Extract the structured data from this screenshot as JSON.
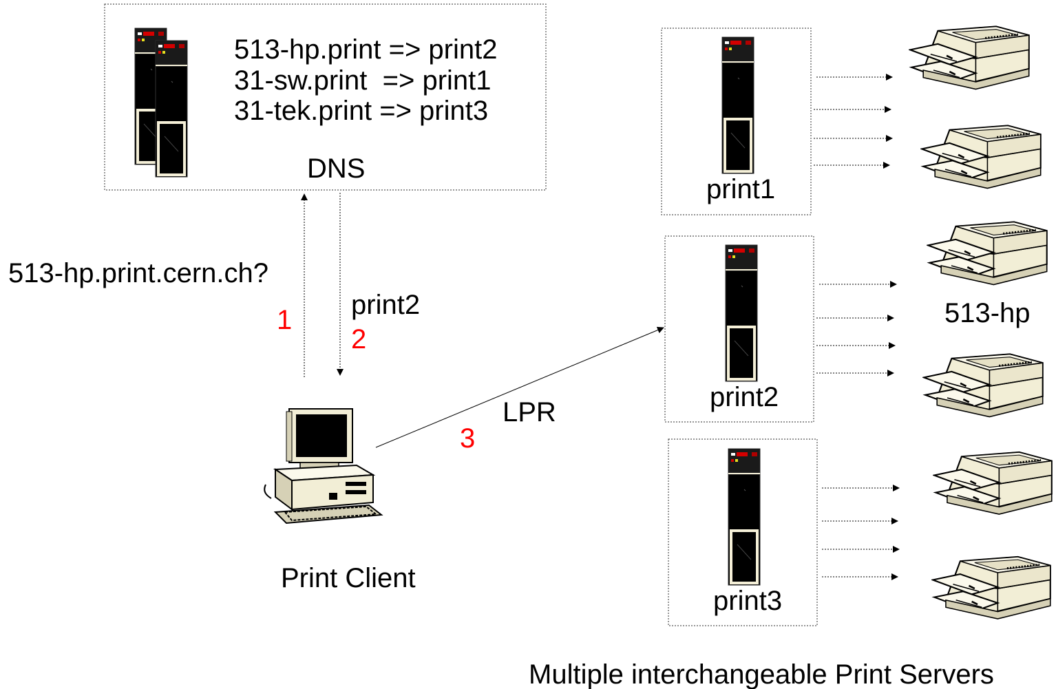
{
  "dns": {
    "mappings": [
      "513-hp.print => print2",
      "31-sw.print  => print1",
      "31-tek.print => print3"
    ],
    "label": "DNS"
  },
  "query": {
    "text": "513-hp.print.cern.ch?",
    "step": "1"
  },
  "answer": {
    "text": "print2",
    "step": "2"
  },
  "lpr": {
    "text": "LPR",
    "step": "3"
  },
  "client": {
    "label": "Print Client"
  },
  "servers": [
    {
      "label": "print1"
    },
    {
      "label": "print2"
    },
    {
      "label": "print3"
    }
  ],
  "printer_label": "513-hp",
  "footer": "Multiple interchangeable Print Servers",
  "colors": {
    "step_numbers": "#ff0000",
    "server_body": "#000000",
    "server_trim": "#f5f0d8",
    "printer_body": "#f2eed6"
  },
  "icons": {
    "dns": "server-tower-icon",
    "client": "desktop-computer-icon",
    "server": "server-tower-icon",
    "printer": "laser-printer-icon"
  }
}
